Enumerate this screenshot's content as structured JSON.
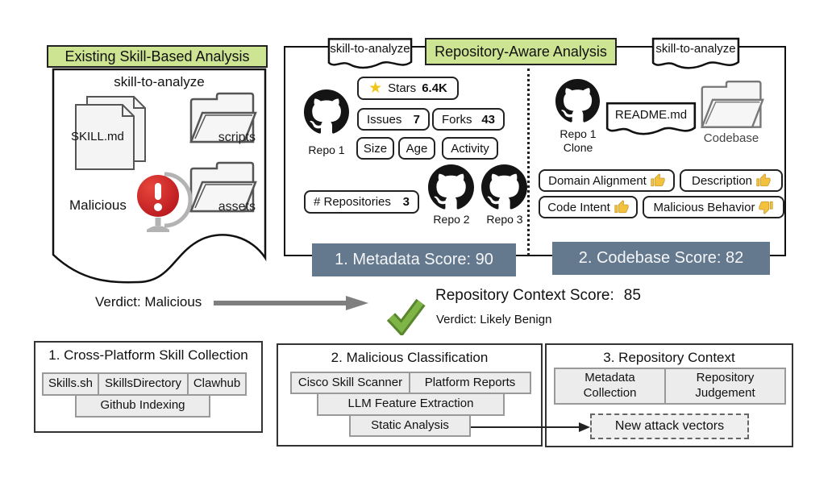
{
  "left_panel": {
    "title": "Existing Skill-Based Analysis",
    "folder_tag": "skill-to-analyze",
    "file_name": "SKILL.md",
    "scripts_folder": "scripts",
    "assets_folder": "assets",
    "malicious_label": "Malicious",
    "verdict": "Verdict: Malicious"
  },
  "repo_panel": {
    "title": "Repository-Aware Analysis",
    "left_tag": "skill-to-analyze",
    "right_tag": "skill-to-analyze",
    "metadata": {
      "repo1": "Repo 1",
      "repo2": "Repo 2",
      "repo3": "Repo 3",
      "star_icon": "★",
      "stars_label": "Stars",
      "stars_value": "6.4K",
      "issues_label": "Issues",
      "issues_value": "7",
      "forks_label": "Forks",
      "forks_value": "43",
      "size_label": "Size",
      "age_label": "Age",
      "activity_label": "Activity",
      "repos_label": "# Repositories",
      "repos_value": "3",
      "banner": "1. Metadata Score: 90"
    },
    "codebase": {
      "repo_clone_label": "Repo 1\nClone",
      "readme_tag": "README.md",
      "folder_label": "Codebase",
      "judgements": [
        {
          "label": "Domain Alignment",
          "thumb": "up"
        },
        {
          "label": "Description",
          "thumb": "up"
        },
        {
          "label": "Code Intent",
          "thumb": "up"
        },
        {
          "label": "Malicious Behavior",
          "thumb": "down"
        }
      ],
      "banner": "2. Codebase Score: 82"
    }
  },
  "result": {
    "score_label": "Repository Context Score:",
    "score_value": "85",
    "verdict": "Verdict: Likely Benign"
  },
  "pipeline": {
    "box1": {
      "title": "1. Cross-Platform Skill Collection",
      "cells_row1": [
        "Skills.sh",
        "SkillsDirectory",
        "Clawhub"
      ],
      "cell_row2": "Github Indexing"
    },
    "box2": {
      "title": "2. Malicious Classification",
      "cells_row1": [
        "Cisco Skill Scanner",
        "Platform Reports"
      ],
      "cell_row2": "LLM Feature Extraction",
      "cell_row3": "Static Analysis"
    },
    "box3": {
      "title": "3. Repository Context",
      "cells": [
        "Metadata\nCollection",
        "Repository\nJudgement"
      ],
      "dashed_cell": "New attack vectors"
    }
  },
  "colors": {
    "header_green": "#cde492",
    "banner_slate": "#64788e",
    "check_green": "#7fb547",
    "alert_red": "#cc2027",
    "thumb_yellow": "#f2c13d",
    "star_gold": "#f0c419"
  }
}
